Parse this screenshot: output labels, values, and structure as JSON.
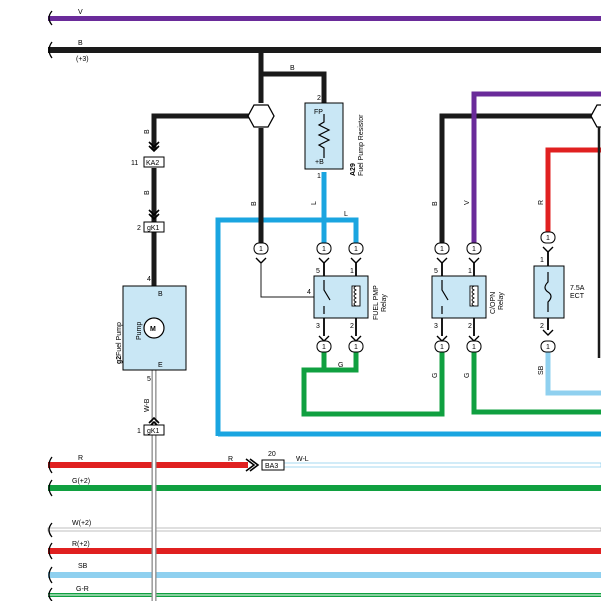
{
  "colors": {
    "V": "#6a2b9a",
    "B": "#1a1a1a",
    "R": "#e02020",
    "G": "#10a040",
    "L": "#1aa5e0",
    "SB": "#8fd0ef",
    "W": "#cfcfcf",
    "component_fill": "#c9e7f5"
  },
  "buses": [
    {
      "label": "V"
    },
    {
      "label": "B",
      "sub": "(+3)"
    },
    {
      "label": "R"
    },
    {
      "label": "G(+2)"
    },
    {
      "label": "W(+2)"
    },
    {
      "label": "R(+2)"
    },
    {
      "label": "SB"
    },
    {
      "label": "G-R"
    }
  ],
  "wire_labels": {
    "b_top": "B",
    "b_left": "B",
    "b_mid": "B",
    "wb": "W-B",
    "b_relay": "B",
    "l_vert": "L",
    "l_horiz": "L",
    "g_relay": "G",
    "b_circuit": "B",
    "v_circuit": "V",
    "g_circuit": "G",
    "g_circuit2": "G",
    "r_ect": "R",
    "sb_ect": "SB",
    "r_ba3": "R",
    "wl_ba3": "W-L"
  },
  "connectors": {
    "ka2": {
      "name": "KA2",
      "pin": "11"
    },
    "gk1_top": {
      "name": "gK1",
      "pin": "2"
    },
    "gk1_bottom": {
      "name": "gK1",
      "pin": "1"
    },
    "ba3": {
      "name": "BA3",
      "pin": "20"
    }
  },
  "pump": {
    "id": "g2",
    "name": "Fuel Pump",
    "inner": "Pump",
    "motor": "M",
    "pin_b": "B",
    "pin_e": "E",
    "pin_top": "4",
    "pin_bottom": "5"
  },
  "resistor": {
    "id": "A29",
    "name": "Fuel Pump Resistor",
    "fp": "FP",
    "plus_b": "+B",
    "pin_top": "2",
    "pin_bottom": "1"
  },
  "fuel_pmp_relay": {
    "name_line1": "FUEL PMP",
    "name_line2": "Relay",
    "pins": [
      "5",
      "1",
      "4",
      "3",
      "2"
    ],
    "conn_pin": "1"
  },
  "circuit_relay": {
    "name_line1": "C/OPN",
    "name_line2": "Relay",
    "pins": [
      "5",
      "1",
      "3",
      "2"
    ],
    "conn_pin": "1"
  },
  "ect_fuse": {
    "name_line1": "7.5A",
    "name_line2": "ECT",
    "pin_top": "1",
    "pin_bottom": "2",
    "conn_pin": "1"
  }
}
